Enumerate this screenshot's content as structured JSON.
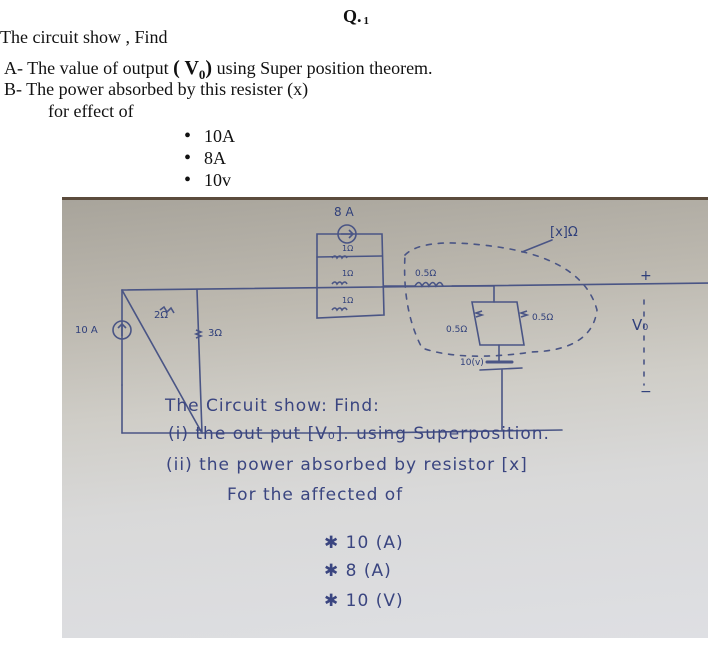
{
  "question": {
    "number_label": "Q.",
    "number": "1",
    "intro": "The circuit show , Find",
    "part_a_prefix": "A- The  value of output",
    "part_a_var": "V",
    "part_a_var_sub": "0",
    "part_a_suffix": "using Super position theorem.",
    "part_b": "B-  The power absorbed by this resister (x)",
    "part_b_cont": "for effect of",
    "sources": [
      "10A",
      "8A",
      "10v"
    ]
  },
  "circuit_photo": {
    "labels": {
      "source_10a": "10 A",
      "source_8a": "8 A",
      "r_2": "2Ω",
      "r_3": "3Ω",
      "r_1a": "1Ω",
      "r_1b": "1Ω",
      "r_1c": "1Ω",
      "r_x_series": "0.5Ω",
      "r_x_left": "0.5Ω",
      "r_x_right": "0.5Ω",
      "source_10v": "10(v)",
      "x_label": "[x]Ω",
      "vo_plus": "+",
      "vo_label": "V₀",
      "vo_minus": "−"
    },
    "handwritten": {
      "line1": "The  Circuit show: Find:",
      "line2": "(i) the  out put [V₀]. using  Superposition.",
      "line3": "(ii) the  power  absorbed  by  resistor [x]",
      "line4": "For  the  affected  of",
      "items": [
        "10 (A)",
        "8 (A)",
        "10 (V)"
      ],
      "bullet": "✱"
    },
    "colors": {
      "ink": "#3a4580",
      "paper": "#d9d9d9",
      "frame": "#5b4b3c"
    }
  }
}
